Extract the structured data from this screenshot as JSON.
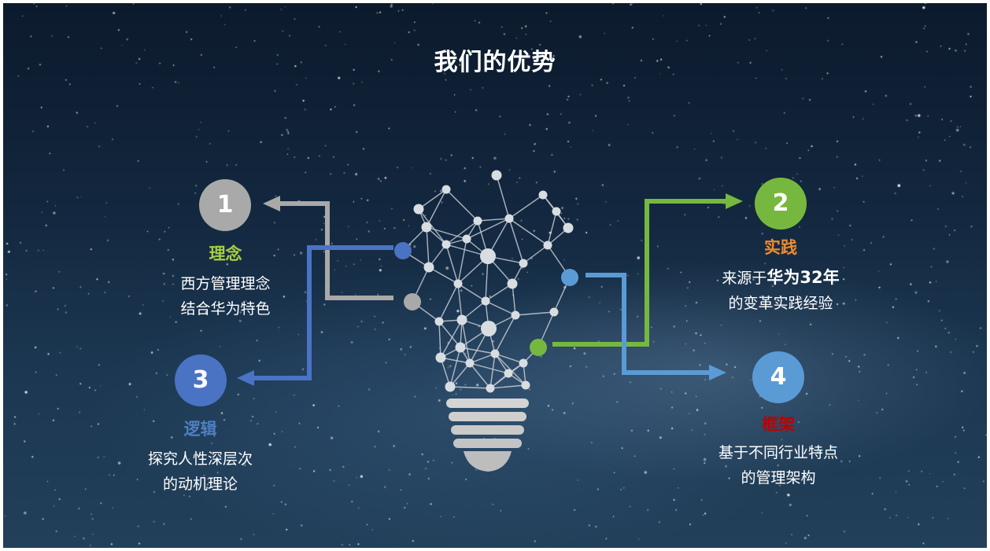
{
  "slide": {
    "title": "我们的优势"
  },
  "colors": {
    "gray": "#a9a9a9",
    "green": "#76b83f",
    "blue_dark": "#4a73c4",
    "blue_light": "#5b9bd5",
    "heading_green": "#a6cf3f",
    "heading_orange": "#f08a2b",
    "heading_blue": "#4f7fc1",
    "heading_red": "#c00000"
  },
  "icons": {
    "center": "lightbulb-network-icon"
  },
  "points": [
    {
      "number": "1",
      "heading": "理念",
      "lines": [
        "西方管理理念",
        "结合华为特色"
      ]
    },
    {
      "number": "2",
      "heading": "实践",
      "line1_prefix": "来源于",
      "line1_emphasis": "华为32年",
      "line2": "的变革实践经验"
    },
    {
      "number": "3",
      "heading": "逻辑",
      "lines": [
        "探究人性深层次",
        "的动机理论"
      ]
    },
    {
      "number": "4",
      "heading": "框架",
      "lines": [
        "基于不同行业特点",
        "的管理架构"
      ]
    }
  ]
}
